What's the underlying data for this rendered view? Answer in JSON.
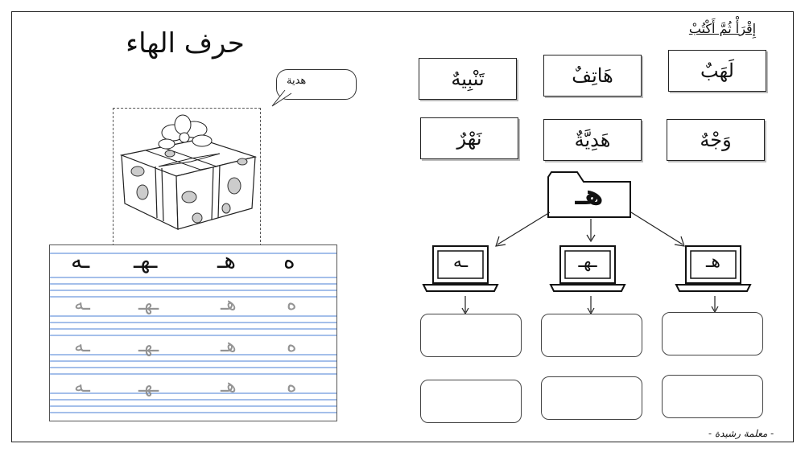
{
  "title": "حرف الهاء",
  "instruction": "إِقْرَأْ ثُمَّ أَكْتُبْ",
  "word_cards": [
    "لَهَبٌ",
    "هَاتِفٌ",
    "تَنْبِيهٌ",
    "وَجْهٌ",
    "هَدِيَّةٌ",
    "نَهْرٌ"
  ],
  "bubble_text": "هدية",
  "letter_forms": [
    "ه",
    "هـ",
    "ـهـ",
    "ـه"
  ],
  "folder_letter": "هـ",
  "laptops": [
    {
      "letter": "هـ"
    },
    {
      "letter": "ـهـ"
    },
    {
      "letter": "ـه"
    }
  ],
  "signature": "- معلمة رشيدة -"
}
